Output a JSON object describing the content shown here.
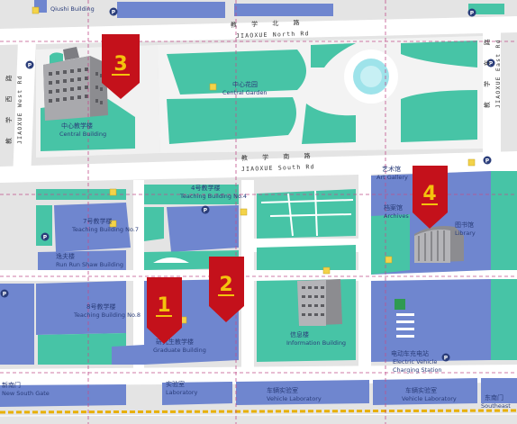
{
  "roads": {
    "north_cn": "教 学 北 路",
    "north_en": "JIAOXUE North Rd",
    "south_cn": "教 学 南 路",
    "south_en": "JIAOXUE South Rd",
    "west_cn": "教 学 西 路",
    "west_en": "JIAOXUE West Rd",
    "east_cn": "教 学 东 路",
    "east_en": "JIAOXUE East Rd"
  },
  "buildings": {
    "qiushi": {
      "en": "Qiushi Building"
    },
    "central_building": {
      "cn": "中心教学楼",
      "en": "Central Building"
    },
    "central_garden": {
      "cn": "中心花园",
      "en": "Central Garden"
    },
    "art_gallery": {
      "cn": "艺术馆",
      "en": "Art Gallery"
    },
    "archives": {
      "cn": "档案馆",
      "en": "Archives"
    },
    "library": {
      "cn": "图书馆",
      "en": "Library"
    },
    "teaching4": {
      "cn": "4号教学楼",
      "en": "Teaching Building No.4"
    },
    "teaching7": {
      "cn": "7号教学楼",
      "en": "Teaching Building No.7"
    },
    "teaching8": {
      "cn": "8号教学楼",
      "en": "Teaching Building No.8"
    },
    "run_run_shaw": {
      "cn": "逸夫楼",
      "en": "Run Run Shaw Building"
    },
    "graduate": {
      "cn": "研究生教学楼",
      "en": "Graduate Building"
    },
    "information": {
      "cn": "信息楼",
      "en": "Information Building"
    },
    "laboratory": {
      "cn": "实验室",
      "en": "Laboratory"
    },
    "vehicle_lab_1": {
      "cn": "车辆实验室",
      "en": "Vehicle Laboratory"
    },
    "vehicle_lab_2": {
      "cn": "车辆实验室",
      "en": "Vehicle Laboratory"
    },
    "ev_charging": {
      "cn": "电动车充电站",
      "en": "Electric Vehicle",
      "en2": "Charging Station"
    },
    "new_south_gate": {
      "cn": "新南门",
      "en": "New South Gate"
    },
    "southeast_gate": {
      "cn": "东南门",
      "en": "Southeast"
    }
  },
  "markers": [
    {
      "id": "1",
      "label": "1"
    },
    {
      "id": "2",
      "label": "2"
    },
    {
      "id": "3",
      "label": "3"
    },
    {
      "id": "4",
      "label": "4"
    }
  ],
  "icons": {
    "parking": "P"
  },
  "colors": {
    "background": "#ececec",
    "building": "#6f86cf",
    "building_dark": "#5a6fbd",
    "green": "#47c4a6",
    "road": "#ffffff",
    "marker": "#c4111b",
    "marker_text": "#f4c20d",
    "text": "#2a3d7a"
  }
}
